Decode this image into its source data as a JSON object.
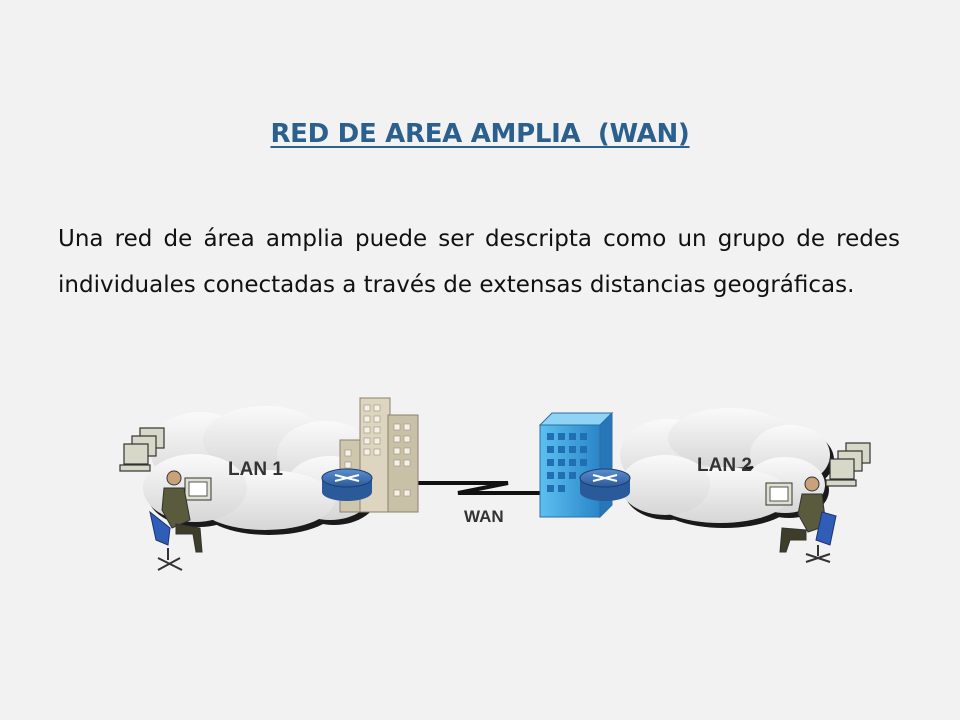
{
  "title": "RED DE AREA AMPLIA  (WAN)",
  "paragraph": "Una red de área amplia puede ser descripta como un grupo de redes individuales conectadas a través de extensas distancias geográficas.",
  "diagram": {
    "lan1_label": "LAN 1",
    "lan2_label": "LAN 2",
    "wan_label": "WAN"
  },
  "colors": {
    "title": "#2a5f8e",
    "background": "#f2f2f2",
    "router": "#3d6fb0",
    "building_left": "#d8d0bc",
    "building_right": "#3f9ed8"
  }
}
